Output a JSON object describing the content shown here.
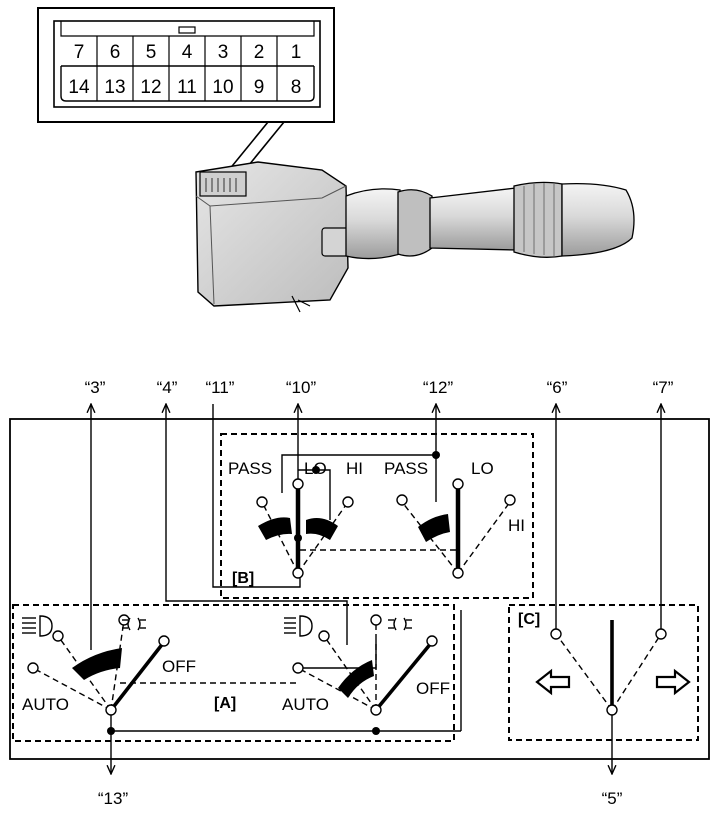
{
  "connector": {
    "top_row": [
      "7",
      "6",
      "5",
      "4",
      "3",
      "2",
      "1"
    ],
    "bottom_row": [
      "14",
      "13",
      "12",
      "11",
      "10",
      "9",
      "8"
    ]
  },
  "terminals": {
    "t3": "“3”",
    "t4": "“4”",
    "t11": "“11”",
    "t10": "“10”",
    "t12": "“12”",
    "t6": "“6”",
    "t7": "“7”",
    "t13": "“13”",
    "t5": "“5”"
  },
  "sections": {
    "a": "[A]",
    "b": "[B]",
    "c": "[C]"
  },
  "labels": {
    "pass": "PASS",
    "lo": "LO",
    "hi": "HI",
    "off": "OFF",
    "auto": "AUTO"
  },
  "icons": [
    "headlight-icon",
    "tail-light-icon",
    "left-arrow-icon",
    "right-arrow-icon"
  ]
}
